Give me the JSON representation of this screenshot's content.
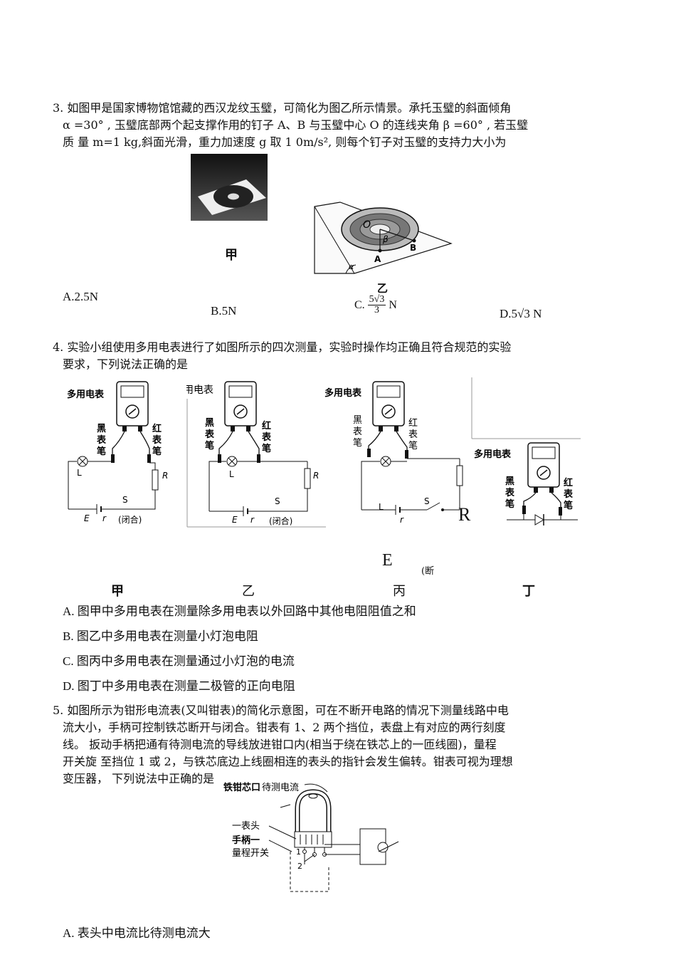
{
  "q3": {
    "line1": "3. 如图甲是国家博物馆馆藏的西汉龙纹玉璧，可简化为图乙所示情景。承托玉璧的斜面倾角",
    "line2": "α =30° , 玉璧底部两个起支撑作用的钉子 A、B 与玉璧中心 O  的连线夹角  β =60° , 若玉璧",
    "line3": "质  量  m=1     kg,斜面光滑，重力加速度 g  取  1  0m/s²,    则每个钉子对玉璧的支持力大小为",
    "fig_jia": "甲",
    "fig_yi": "乙",
    "diagram_labels": {
      "O": "O",
      "beta": "β",
      "A": "A",
      "B": "B",
      "alpha": "α"
    },
    "optA": "A.2.5N",
    "optB": "B.5N",
    "optC_prefix": "C.",
    "optC_num": "5√3",
    "optC_den": "3",
    "optC_unit": "N",
    "optD": "D.5√3   N"
  },
  "q4": {
    "line1": "4. 实验小组使用多用电表进行了如图所示的四次测量，实验时操作均正确且符合规范的实验",
    "line2": "要求，下列说法正确的是",
    "meter": "多用电表",
    "black": "黑表笔",
    "red": "红表笔",
    "L": "L",
    "R": "R",
    "S": "S",
    "E": "E",
    "r": "r",
    "closed": "(闭合)",
    "open_part": "(断",
    "big_R": "R",
    "big_E": "E",
    "fig_labels": [
      "甲",
      "乙",
      "丙",
      "丁"
    ],
    "options": [
      "A. 图甲中多用电表在测量除多用电表以外回路中其他电阻阻值之和",
      "B. 图乙中多用电表在测量小灯泡电阻",
      "C. 图丙中多用电表在测量通过小灯泡的电流",
      "D. 图丁中多用电表在测量二极管的正向电阻"
    ]
  },
  "q5": {
    "lines": [
      "5. 如图所示为钳形电流表(又叫钳表)的简化示意图，可在不断开电路的情况下测量线路中电",
      "流大小，手柄可控制铁芯断开与闭合。钳表有 1、2 两个挡位，表盘上有对应的两行刻度",
      "线。  扳动手柄把通有待测电流的导线放进钳口内(相当于绕在铁芯上的一匝线圈)，量程",
      "开关旋  至挡位 1 或 2，与铁芯底边上线圈相连的表头的指针会发生偏转。钳表可视为理想",
      "变压器，   下列说法中正确的是"
    ],
    "diagram": {
      "core": "铁钳芯口",
      "wire": "待测电流",
      "meter_head": "一表头",
      "handle": "手柄一",
      "switch": "量程开关",
      "pos1": "1",
      "pos2": "2"
    },
    "optA": "A. 表头中电流比待测电流大"
  }
}
